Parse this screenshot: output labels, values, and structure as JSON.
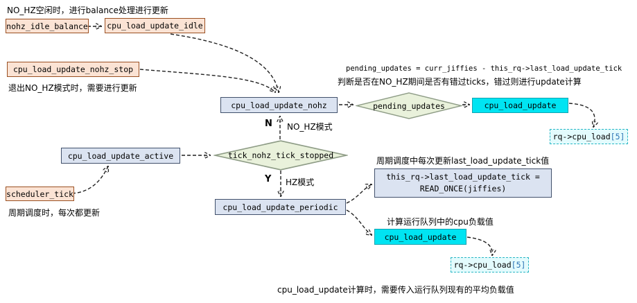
{
  "diagram": {
    "notes": {
      "top": "NO_HZ空闲时，进行balance处理进行更新",
      "nohz_stop": "退出NO_HZ模式时，需要进行更新",
      "pending_formula": "pending_updates = curr_jiffies - this_rq->last_load_update_tick",
      "pending_desc": "判断是否在NO_HZ期间是否有错过ticks，错过则进行update计算",
      "scheduler": "周期调度时，每次都更新",
      "periodic_tick": "周期调度中每次更新last_load_update_tick值",
      "cpu_load": "计算运行队列中的cpu负载值",
      "bottom": "cpu_load_update计算时，需要传入运行队列现有的平均负载值"
    },
    "nodes": {
      "nohz_idle_balance": "nohz_idle_balance",
      "cpu_load_update_idle": "cpu_load_update_idle",
      "cpu_load_update_nohz_stop": "cpu_load_update_nohz_stop",
      "cpu_load_update_nohz": "cpu_load_update_nohz",
      "pending_updates": "pending_updates",
      "cpu_load_update_top": "cpu_load_update",
      "tick_nohz_tick_stopped": "tick_nohz_tick_stopped",
      "cpu_load_update_active": "cpu_load_update_active",
      "scheduler_tick": "scheduler_tick",
      "cpu_load_update_periodic": "cpu_load_update_periodic",
      "last_tick_line1": "this_rq->last_load_update_tick =",
      "last_tick_line2": "READ_ONCE(jiffies)",
      "cpu_load_update_bottom": "cpu_load_update",
      "rq_cpu_load_base": "rq->cpu_load",
      "rq_cpu_load_index": "[5]"
    },
    "branch_labels": {
      "n": "N",
      "nohz_mode": "NO_HZ模式",
      "y": "Y",
      "hz_mode": "HZ模式"
    },
    "colors": {
      "peach_fill": "#fbe3d4",
      "peach_border": "#9a4f21",
      "lavender_fill": "#dbe3f1",
      "lavender_border": "#41506b",
      "cyan_fill": "#00e4f2",
      "cyan_border": "#11a3b0",
      "dashed_fill": "#e3fbfd",
      "dashed_border": "#27b6c4",
      "diamond_fill": "#e9f1db",
      "diamond_border": "#8e9c86",
      "index_blue": "#2e75b6"
    }
  }
}
